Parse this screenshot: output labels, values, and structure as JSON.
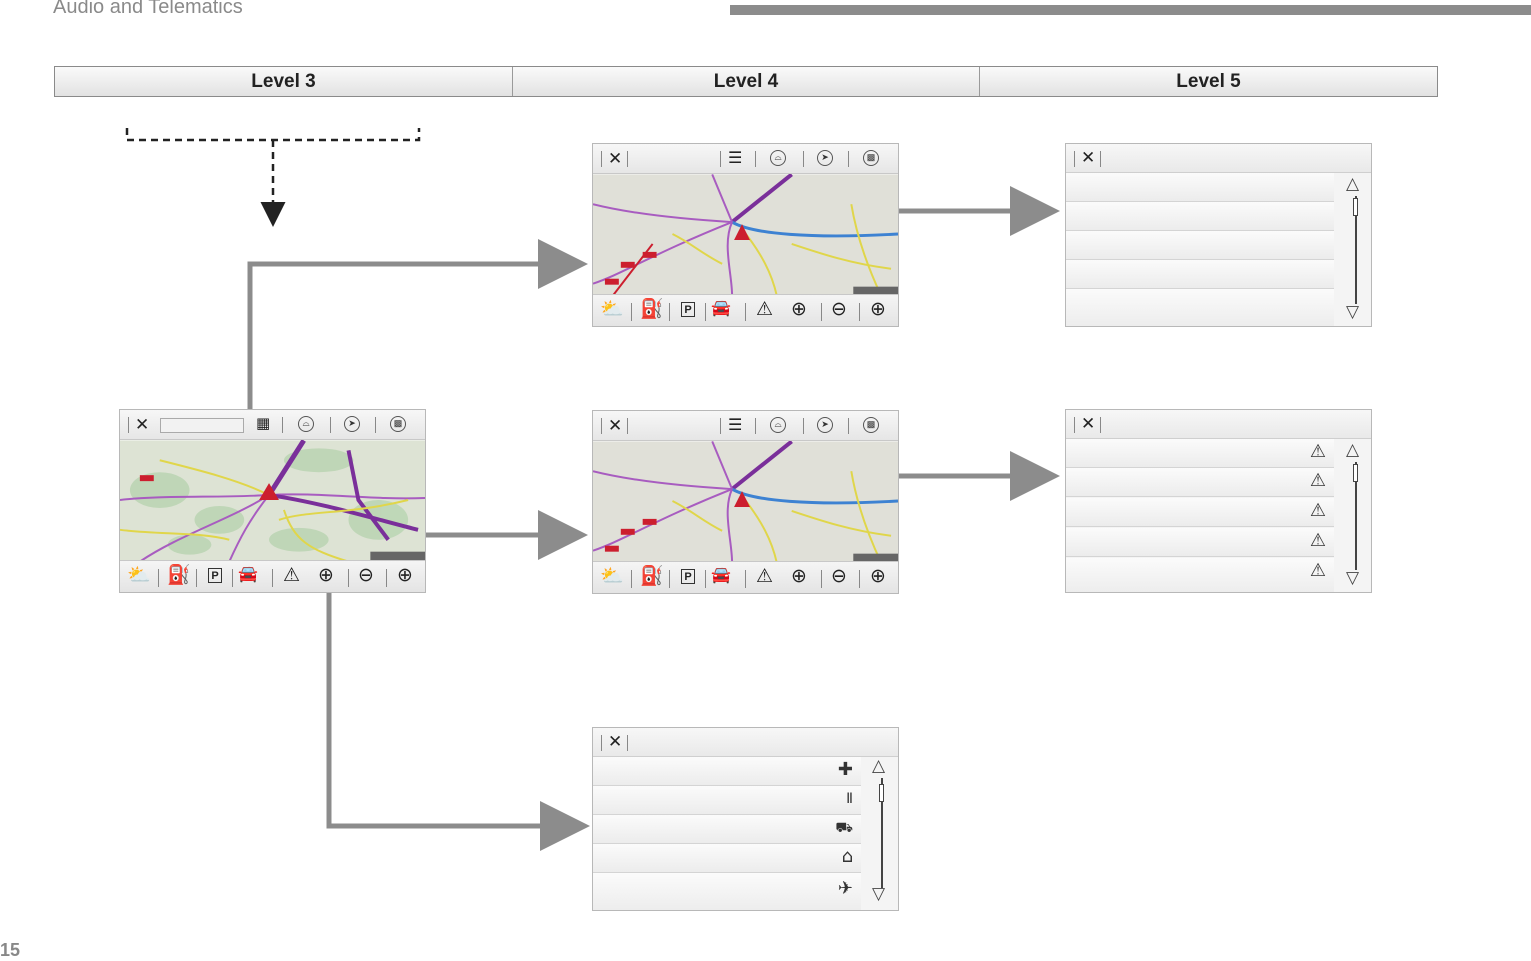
{
  "header": {
    "title": "Audio and Telematics",
    "page_number": "15"
  },
  "levels": [
    "Level 3",
    "Level 4",
    "Level 5"
  ],
  "icons": {
    "close": "✕",
    "list": "☰",
    "warning": "⚠",
    "zoom_in_plus": "⊕",
    "hospital": "✚",
    "restaurant": "Ⅱ",
    "shopping": "⛟",
    "hotel": "⌂",
    "airport": "✈",
    "parking": "P"
  },
  "colors": {
    "arrow": "#8c8c8c",
    "map_bg": "#dfe2d6",
    "road_purple": "#8a3fa8",
    "road_blue": "#3d82d2",
    "road_yellow": "#e0d64a"
  }
}
